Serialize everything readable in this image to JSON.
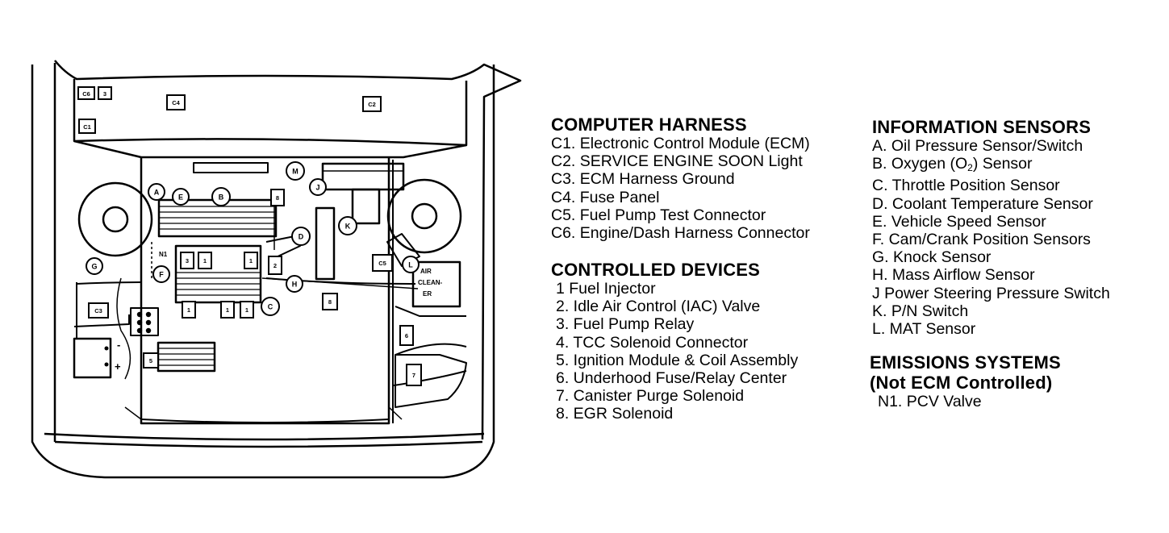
{
  "legend": {
    "computer_harness": {
      "title": "COMPUTER HARNESS",
      "items": [
        "C1. Electronic Control Module (ECM)",
        "C2. SERVICE ENGINE SOON Light",
        "C3. ECM Harness Ground",
        "C4. Fuse Panel",
        "C5. Fuel Pump Test Connector",
        "C6. Engine/Dash Harness Connector"
      ]
    },
    "controlled_devices": {
      "title": "CONTROLLED DEVICES",
      "items": [
        "1  Fuel Injector",
        "2. Idle Air Control (IAC) Valve",
        "3. Fuel Pump Relay",
        "4. TCC Solenoid Connector",
        "5. Ignition Module & Coil Assembly",
        "6. Underhood Fuse/Relay Center",
        "7. Canister Purge Solenoid",
        "8. EGR Solenoid"
      ]
    },
    "information_sensors": {
      "title": "INFORMATION SENSORS",
      "items": [
        "A. Oil Pressure Sensor/Switch",
        "B. Oxygen (O",
        "C. Throttle Position Sensor",
        "D. Coolant Temperature Sensor",
        "E. Vehicle Speed Sensor",
        "F. Cam/Crank Position Sensors",
        "G. Knock Sensor",
        "H. Mass Airflow Sensor",
        "J  Power Steering Pressure Switch",
        "K. P/N Switch",
        "L. MAT Sensor"
      ],
      "oxygen_subscript": "2",
      "oxygen_suffix": ") Sensor"
    },
    "emissions_systems": {
      "title_line1": "EMISSIONS SYSTEMS",
      "title_line2": "(Not ECM Controlled)",
      "items": [
        "N1. PCV Valve"
      ]
    }
  },
  "diagram": {
    "box_labels": {
      "c6": "C6",
      "c1": "C1",
      "c4": "C4",
      "c2": "C2",
      "c3": "C3",
      "c5": "C5",
      "n3": "3",
      "n8a": "8",
      "n8b": "8",
      "n7": "7",
      "n6": "6",
      "n5": "5",
      "n2": "2",
      "n1a": "1",
      "n1b": "1",
      "n1c": "1",
      "n1d": "1",
      "n1e": "1",
      "n3b": "3"
    },
    "circle_labels": {
      "a": "A",
      "e": "E",
      "b": "B",
      "m": "M",
      "j": "J",
      "k": "K",
      "d": "D",
      "g": "G",
      "f": "F",
      "h": "H",
      "c": "C",
      "l": "L"
    },
    "n1_label": "N1",
    "air_cleaner": [
      "AIR",
      "CLEAN-",
      "ER"
    ],
    "battery_minus": "-",
    "battery_plus": "+"
  }
}
